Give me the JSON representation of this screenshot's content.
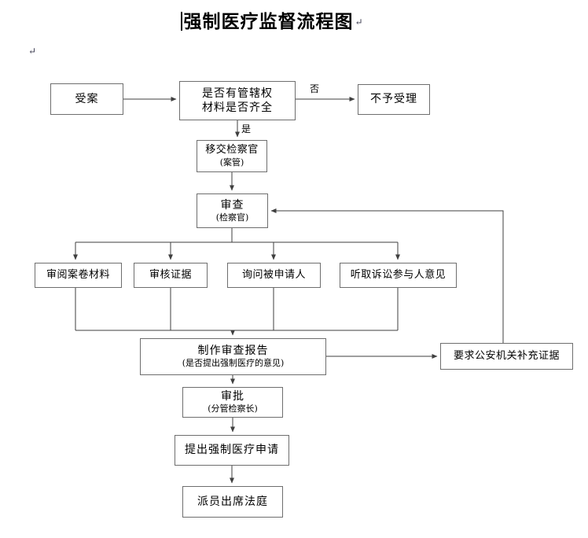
{
  "page": {
    "title": "强制医疗监督流程图",
    "paragraph_mark": "↵"
  },
  "labels": {
    "yes": "是",
    "no": "否"
  },
  "colors": {
    "box_border": "#6e6e6e",
    "connector": "#3f3f3f",
    "background": "#ffffff"
  },
  "nodes": {
    "accept": {
      "label": "受案"
    },
    "decision": {
      "line1": "是否有管辖权",
      "line2": "材料是否齐全"
    },
    "reject": {
      "label": "不予受理"
    },
    "transfer": {
      "line1": "移交检察官",
      "line2": "(案管)"
    },
    "review": {
      "line1": "审查",
      "line2": "(检察官)"
    },
    "read_files": {
      "label": "审阅案卷材料"
    },
    "verify_evidence": {
      "label": "审核证据"
    },
    "interview": {
      "label": "询问被申请人"
    },
    "listen": {
      "label": "听取诉讼参与人意见"
    },
    "report": {
      "line1": "制作审查报告",
      "line2": "(是否提出强制医疗的意见)"
    },
    "supplement": {
      "label": "要求公安机关补充证据"
    },
    "approval": {
      "line1": "审批",
      "line2": "(分管检察长)"
    },
    "apply": {
      "label": "提出强制医疗申请"
    },
    "court": {
      "label": "派员出席法庭"
    }
  }
}
